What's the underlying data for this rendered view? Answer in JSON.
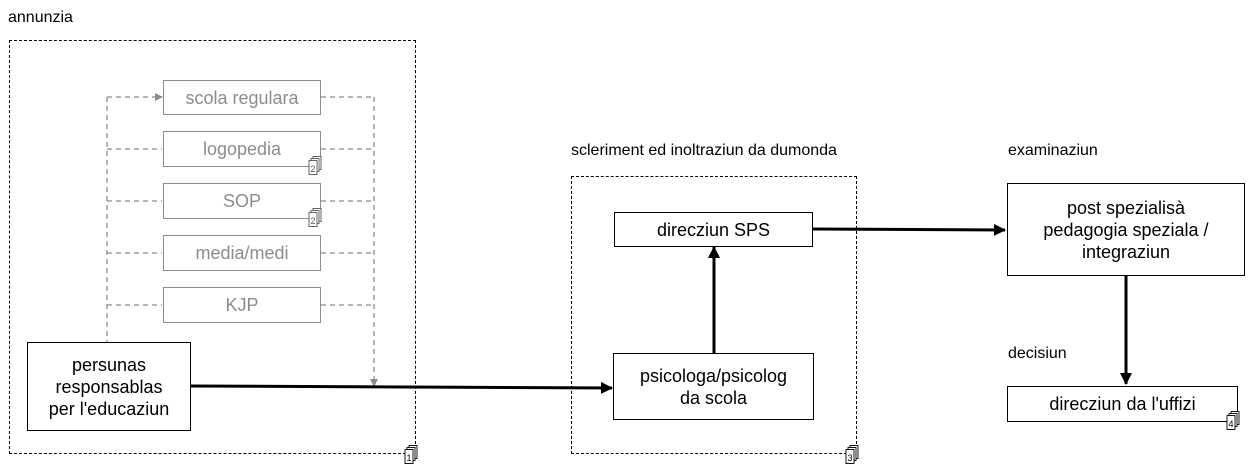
{
  "sections": {
    "annunzia": "annunzia",
    "scleriment": "scleriment ed inoltraziun da dumonda",
    "examinaziun": "examinaziun",
    "decisiun": "decisiun"
  },
  "boxes": {
    "scola_regulara": "scola regulara",
    "logopedia": "logopedia",
    "sop": "SOP",
    "media_medi": "media/medi",
    "kjp": "KJP",
    "persunas_responsablas": "persunas\nresponsablas\nper l'educaziun",
    "psicologa": "psicologa/psicolog\nda scola",
    "direcziun_sps": "direcziun SPS",
    "post_spezialisa": "post spezialisà\npedagogia speziala /\nintegraziun",
    "direcziun_uffizi": "direcziun da l'uffizi"
  },
  "doc_badges": {
    "logopedia": "2",
    "sop": "2",
    "annunzia": "1",
    "scleriment": "3",
    "uffizi": "4"
  },
  "colors": {
    "main": "#000000",
    "secondary": "#8c8c8c"
  }
}
